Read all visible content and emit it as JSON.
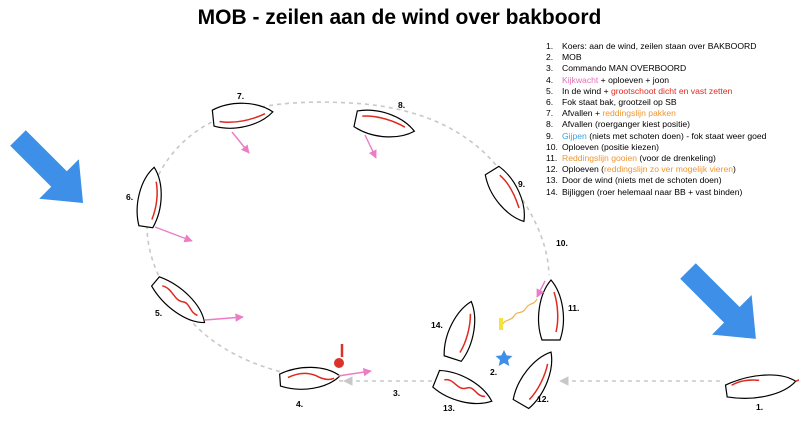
{
  "title": "MOB - zeilen aan de wind over bakboord",
  "steps": [
    {
      "n": "1.",
      "parts": [
        {
          "t": "Koers: aan de wind, zeilen staan over BAKBOORD",
          "c": ""
        }
      ]
    },
    {
      "n": "2.",
      "parts": [
        {
          "t": "MOB",
          "c": ""
        }
      ]
    },
    {
      "n": "3.",
      "parts": [
        {
          "t": "Commando MAN OVERBOORD",
          "c": ""
        }
      ]
    },
    {
      "n": "4.",
      "parts": [
        {
          "t": "Kijkwacht",
          "c": "pink"
        },
        {
          "t": " + oploeven + joon",
          "c": ""
        }
      ]
    },
    {
      "n": "5.",
      "parts": [
        {
          "t": "In de wind + ",
          "c": ""
        },
        {
          "t": "grootschoot dicht en vast zetten",
          "c": "red"
        }
      ]
    },
    {
      "n": "6.",
      "parts": [
        {
          "t": "Fok staat bak, grootzeil op SB",
          "c": ""
        }
      ]
    },
    {
      "n": "7.",
      "parts": [
        {
          "t": "Afvallen + ",
          "c": ""
        },
        {
          "t": "reddingslijn pakken",
          "c": "orange"
        }
      ]
    },
    {
      "n": "8.",
      "parts": [
        {
          "t": "Afvallen (roerganger kiest positie)",
          "c": ""
        }
      ]
    },
    {
      "n": "9.",
      "parts": [
        {
          "t": "Gijpen",
          "c": "blue"
        },
        {
          "t": " (niets met schoten doen) - fok staat weer goed",
          "c": ""
        }
      ]
    },
    {
      "n": "10.",
      "parts": [
        {
          "t": "Oploeven (positie kiezen)",
          "c": ""
        }
      ]
    },
    {
      "n": "11.",
      "parts": [
        {
          "t": "Reddingslijn gooien",
          "c": "orange"
        },
        {
          "t": " (voor de drenkeling)",
          "c": ""
        }
      ]
    },
    {
      "n": "12.",
      "parts": [
        {
          "t": "Oploeven (",
          "c": ""
        },
        {
          "t": "reddingslijn zo ver mogelijk vieren",
          "c": "orange"
        },
        {
          "t": ")",
          "c": ""
        }
      ]
    },
    {
      "n": "13.",
      "parts": [
        {
          "t": "Door de wind (niets met de schoten doen)",
          "c": ""
        }
      ]
    },
    {
      "n": "14.",
      "parts": [
        {
          "t": "Bijliggen (roer helemaal naar BB + vast binden)",
          "c": ""
        }
      ]
    }
  ],
  "diagram_labels": {
    "b1": "1.",
    "b2": "2.",
    "b3": "3.",
    "b4": "4.",
    "b5": "5.",
    "b6": "6.",
    "b7": "7.",
    "b8": "8.",
    "b9": "9.",
    "b10": "10.",
    "b11": "11.",
    "b12": "12.",
    "b13": "13.",
    "b14": "14."
  },
  "colors": {
    "wind_arrow": "#3d8fe8",
    "path": "#c8c8c8",
    "sail": "#e0291f",
    "heading_arrow": "#ec7cc6",
    "mob_marker": "#d9342b",
    "star": "#3d8fe8",
    "lifeline": "#f2b04a",
    "buoy": "#f5e23a"
  },
  "icons": {
    "wind": "wind-arrow-icon",
    "mob": "man-overboard-marker-icon",
    "star": "star-icon"
  }
}
